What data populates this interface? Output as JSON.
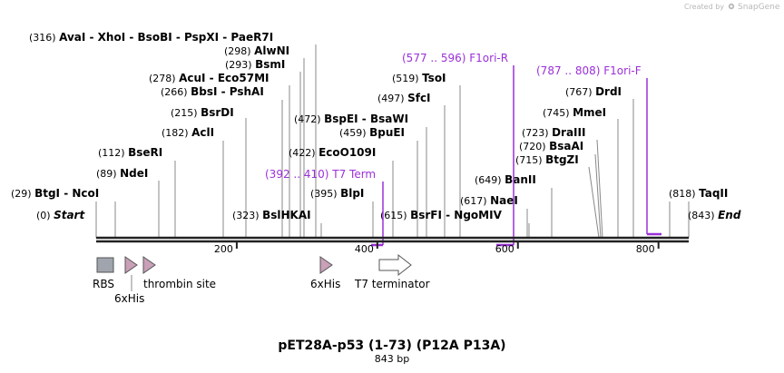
{
  "credit": {
    "prefix": "Created by",
    "brand": "SnapGene"
  },
  "title": "pET28A-p53 (1-73) (P12A P13A)",
  "length_label": "843 bp",
  "seq_length": 843,
  "axis_ticks": [
    {
      "pos": 200,
      "label": "200"
    },
    {
      "pos": 400,
      "label": "400"
    },
    {
      "pos": 600,
      "label": "600"
    },
    {
      "pos": 800,
      "label": "800"
    }
  ],
  "colors": {
    "primer": "#9b30d9",
    "feature_pink": "#c9a0b8",
    "rbs": "#a0a4ac",
    "line": "#888888",
    "axis": "#222222"
  },
  "sites": [
    {
      "id": "start",
      "pos": 0,
      "num": "(0)",
      "names": [
        "Start"
      ],
      "italic": true
    },
    {
      "id": "btgi",
      "pos": 29,
      "num": "(29)",
      "names": [
        "BtgI",
        "NcoI"
      ]
    },
    {
      "id": "ndei",
      "pos": 89,
      "num": "(89)",
      "names": [
        "NdeI"
      ]
    },
    {
      "id": "beseri",
      "pos": 112,
      "num": "(112)",
      "names": [
        "BseRI"
      ]
    },
    {
      "id": "acli",
      "pos": 182,
      "num": "(182)",
      "names": [
        "AclI"
      ]
    },
    {
      "id": "bsrdi",
      "pos": 215,
      "num": "(215)",
      "names": [
        "BsrDI"
      ]
    },
    {
      "id": "bbsi",
      "pos": 266,
      "num": "(266)",
      "names": [
        "BbsI",
        "PshAI"
      ]
    },
    {
      "id": "acui",
      "pos": 278,
      "num": "(278)",
      "names": [
        "AcuI",
        "Eco57MI"
      ]
    },
    {
      "id": "bsmi",
      "pos": 293,
      "num": "(293)",
      "names": [
        "BsmI"
      ]
    },
    {
      "id": "alwni",
      "pos": 298,
      "num": "(298)",
      "names": [
        "AlwNI"
      ]
    },
    {
      "id": "avai",
      "pos": 316,
      "num": "(316)",
      "names": [
        "AvaI",
        "XhoI",
        "BsoBI",
        "PspXI",
        "PaeR7I"
      ]
    },
    {
      "id": "bslhkai",
      "pos": 323,
      "num": "(323)",
      "names": [
        "BslHKAI"
      ]
    },
    {
      "id": "blpi",
      "pos": 395,
      "num": "(395)",
      "names": [
        "BlpI"
      ]
    },
    {
      "id": "eco0109i",
      "pos": 422,
      "num": "(422)",
      "names": [
        "EcoO109I"
      ]
    },
    {
      "id": "bpuei",
      "pos": 459,
      "num": "(459)",
      "names": [
        "BpuEI"
      ]
    },
    {
      "id": "bspei",
      "pos": 472,
      "num": "(472)",
      "names": [
        "BspEI",
        "BsaWI"
      ]
    },
    {
      "id": "sfci",
      "pos": 497,
      "num": "(497)",
      "names": [
        "SfcI"
      ]
    },
    {
      "id": "tsoi",
      "pos": 519,
      "num": "(519)",
      "names": [
        "TsoI"
      ]
    },
    {
      "id": "bsrfi",
      "pos": 615,
      "num": "(615)",
      "names": [
        "BsrFI",
        "NgoMIV"
      ]
    },
    {
      "id": "naei",
      "pos": 617,
      "num": "(617)",
      "names": [
        "NaeI"
      ]
    },
    {
      "id": "banii",
      "pos": 649,
      "num": "(649)",
      "names": [
        "BanII"
      ]
    },
    {
      "id": "btgzi",
      "pos": 715,
      "num": "(715)",
      "names": [
        "BtgZI"
      ]
    },
    {
      "id": "bsaai",
      "pos": 720,
      "num": "(720)",
      "names": [
        "BsaAI"
      ]
    },
    {
      "id": "draiii",
      "pos": 723,
      "num": "(723)",
      "names": [
        "DraIII"
      ]
    },
    {
      "id": "mmei",
      "pos": 745,
      "num": "(745)",
      "names": [
        "MmeI"
      ]
    },
    {
      "id": "drdi",
      "pos": 767,
      "num": "(767)",
      "names": [
        "DrdI"
      ]
    },
    {
      "id": "taqii",
      "pos": 818,
      "num": "(818)",
      "names": [
        "TaqII"
      ]
    },
    {
      "id": "end",
      "pos": 843,
      "num": "(843)",
      "names": [
        "End"
      ],
      "italic": true
    }
  ],
  "primers": [
    {
      "id": "t7term",
      "range": "(392 .. 410)",
      "name": "T7 Term",
      "start": 392,
      "end": 410
    },
    {
      "id": "f1ori-r",
      "range": "(577 .. 596)",
      "name": "F1ori-R",
      "start": 577,
      "end": 596
    },
    {
      "id": "f1ori-f",
      "range": "(787 .. 808)",
      "name": "F1ori-F",
      "start": 787,
      "end": 808
    }
  ],
  "features": [
    {
      "id": "rbs",
      "label": "RBS",
      "start": 0,
      "end": 25,
      "kind": "box"
    },
    {
      "id": "his1",
      "label": "6xHis",
      "start": 42,
      "end": 60,
      "kind": "arrow"
    },
    {
      "id": "thrombin",
      "label": "thrombin site",
      "start": 69,
      "end": 86,
      "kind": "arrow"
    },
    {
      "id": "his2",
      "label": "6xHis",
      "start": 324,
      "end": 342,
      "kind": "arrow"
    },
    {
      "id": "t7terminator",
      "label": "T7 terminator",
      "start": 404,
      "end": 452,
      "kind": "arrow-white"
    }
  ]
}
